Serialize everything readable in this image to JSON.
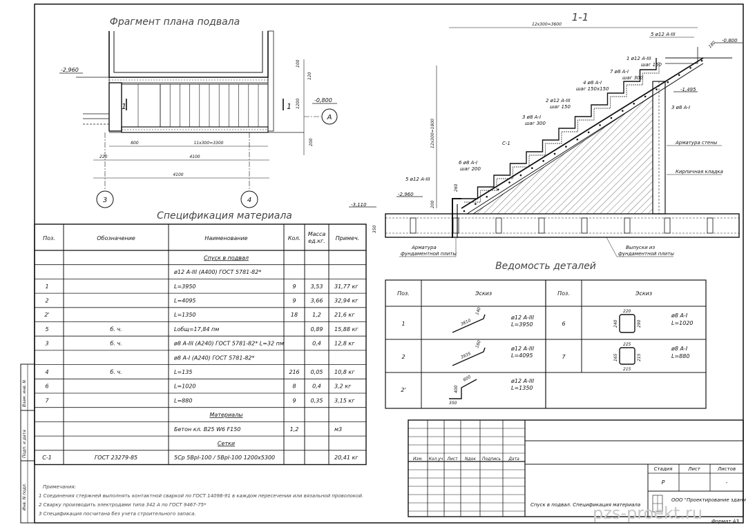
{
  "titles": {
    "plan": "Фрагмент плана подвала",
    "spec": "Спецификация материала",
    "section": "1-1",
    "details": "Ведомость деталей"
  },
  "plan": {
    "level_left": "-2,960",
    "level_right": "-0,800",
    "axis_a": "A",
    "axis_3": "3",
    "axis_4": "4",
    "dims_bottom": [
      "800",
      "11x300=3300"
    ],
    "dim_220": "220",
    "dim_4100_inner": "4100",
    "dim_4100_outer": "4100",
    "dims_right": [
      "100",
      "120",
      "1200",
      "200"
    ],
    "cut_left": "1",
    "cut_right": "1"
  },
  "spec": {
    "headers": [
      "Поз.",
      "Обозначение",
      "Наименование",
      "Кол.",
      "Масса ед.кг.",
      "Примеч."
    ],
    "rows": [
      {
        "pos": "",
        "des": "",
        "name": "Спуск в подвал",
        "qty": "",
        "mass": "",
        "note": "",
        "u": true
      },
      {
        "pos": "",
        "des": "",
        "name": "ø12 A-III (A400) ГОСТ 5781-82*",
        "qty": "",
        "mass": "",
        "note": ""
      },
      {
        "pos": "1",
        "des": "",
        "name": "L=3950",
        "qty": "9",
        "mass": "3,53",
        "note": "31,77 кг"
      },
      {
        "pos": "2",
        "des": "",
        "name": "L=4095",
        "qty": "9",
        "mass": "3,66",
        "note": "32,94 кг"
      },
      {
        "pos": "2'",
        "des": "",
        "name": "L=1350",
        "qty": "18",
        "mass": "1,2",
        "note": "21,6 кг"
      },
      {
        "pos": "5",
        "des": "б. ч.",
        "name": "Lобщ=17,84 пм",
        "qty": "",
        "mass": "0,89",
        "note": "15,88 кг"
      },
      {
        "pos": "3",
        "des": "б. ч.",
        "name": "ø8 A-III (A240) ГОСТ 5781-82*  L=32 пм",
        "qty": "",
        "mass": "0,4",
        "note": "12,8 кг"
      },
      {
        "pos": "",
        "des": "",
        "name": "ø8 A-I (A240) ГОСТ 5781-82*",
        "qty": "",
        "mass": "",
        "note": ""
      },
      {
        "pos": "4",
        "des": "б. ч.",
        "name": "L=135",
        "qty": "216",
        "mass": "0,05",
        "note": "10,8 кг"
      },
      {
        "pos": "6",
        "des": "",
        "name": "L=1020",
        "qty": "8",
        "mass": "0,4",
        "note": "3,2 кг"
      },
      {
        "pos": "7",
        "des": "",
        "name": "L=880",
        "qty": "9",
        "mass": "0,35",
        "note": "3,15 кг"
      },
      {
        "pos": "",
        "des": "",
        "name": "Материалы",
        "qty": "",
        "mass": "",
        "note": "",
        "u": true
      },
      {
        "pos": "",
        "des": "",
        "name": "Бетон кл. B25 W6 F150",
        "qty": "1,2",
        "mass": "",
        "note": "м3"
      },
      {
        "pos": "",
        "des": "",
        "name": "Сетки",
        "qty": "",
        "mass": "",
        "note": "",
        "u": true
      },
      {
        "pos": "C-1",
        "des": "ГОСТ 23279-85",
        "name": "5Ср 5Bpl-100 / 5Bpl-100 1200x5300",
        "qty": "",
        "mass": "",
        "note": "20,41 кг"
      }
    ]
  },
  "section": {
    "dim_top": "12x300=3600",
    "dim_vertical": "12x300=1800",
    "labels": [
      {
        "id": "l1",
        "text": "5 ø12 A-III"
      },
      {
        "id": "l2",
        "text": "1 ø12 A-III"
      },
      {
        "id": "l3",
        "text": "шаг 150"
      },
      {
        "id": "l4",
        "text": "7 ø8 A-I"
      },
      {
        "id": "l5",
        "text": "шаг 300"
      },
      {
        "id": "l6",
        "text": "4 ø8 A-I"
      },
      {
        "id": "l7",
        "text": "шаг 150x150"
      },
      {
        "id": "l8",
        "text": "2 ø12 A-III"
      },
      {
        "id": "l9",
        "text": "шаг 150"
      },
      {
        "id": "l10",
        "text": "3 ø8 A-I"
      },
      {
        "id": "l11",
        "text": "шаг 300"
      },
      {
        "id": "l12",
        "text": "C-1"
      },
      {
        "id": "l13",
        "text": "6 ø8 A-I"
      },
      {
        "id": "l14",
        "text": "шаг 200"
      },
      {
        "id": "l15",
        "text": "5 ø12 A-III"
      },
      {
        "id": "l16",
        "text": "3 ø8 A-I"
      },
      {
        "id": "l17",
        "text": "Арматура стены"
      },
      {
        "id": "l18",
        "text": "Кирпичная кладка"
      },
      {
        "id": "l19",
        "text": "Арматура"
      },
      {
        "id": "l20",
        "text": "фундаментной плиты"
      },
      {
        "id": "l21",
        "text": "Выпуски из"
      },
      {
        "id": "l22",
        "text": "фундаментной плиты"
      }
    ],
    "level_top": "-0,800",
    "level_mid": "-1,495",
    "level_low": "-2,960",
    "level_base": "-3,110",
    "dim_350": "350",
    "dim_180": "180",
    "dim_260": "260",
    "dim_200": "200"
  },
  "details": {
    "headers": [
      "Поз.",
      "Эскиз",
      "Поз.",
      "Эскиз"
    ],
    "left": [
      {
        "pos": "1",
        "bar": "ø12 A-III",
        "len": "L=3950",
        "d1": "3810",
        "d2": "140"
      },
      {
        "pos": "2",
        "bar": "ø12 A-III",
        "len": "L=4095",
        "d1": "3935",
        "d2": "160"
      },
      {
        "pos": "2'",
        "bar": "ø12 A-III",
        "len": "L=1350",
        "d1": "400",
        "d2": "600",
        "d3": "350"
      }
    ],
    "right": [
      {
        "pos": "6",
        "bar": "ø8 A-I",
        "len": "L=1020",
        "d1": "220",
        "d2": "240",
        "d3": "290"
      },
      {
        "pos": "7",
        "bar": "ø8 A-I",
        "len": "L=880",
        "d1": "225",
        "d2": "165",
        "d3": "215",
        "d4": "215"
      }
    ]
  },
  "notes": {
    "heading": "Примечания:",
    "items": [
      "1  Соединения стержней выполнять контактной сваркой по ГОСТ 14098-91 в каждом пересечении или вязальной проволокой.",
      "2  Сварку производить электродами типа 342 A по ГОСТ 9467-75*",
      "3  Спецификация посчитана без учета строительного запаса."
    ]
  },
  "side_stamp": [
    "Взам. инв. N",
    "Подп. и дата",
    "Инв. N подл."
  ],
  "titleblock": {
    "cols": [
      "Изм.",
      "Кол.уч",
      "Лист",
      "Nдок",
      "Подпись",
      "Дата"
    ],
    "stage_headers": [
      "Стадия",
      "Лист",
      "Листов"
    ],
    "stage_values": [
      "Р",
      "",
      "-"
    ],
    "doc_title": "Спуск в подвал. Спецификация материала",
    "org": "ООО \"Проектирование зданий и сооружений\"",
    "format": "Формат А3",
    "watermark": "pzs-proekt.ru"
  }
}
